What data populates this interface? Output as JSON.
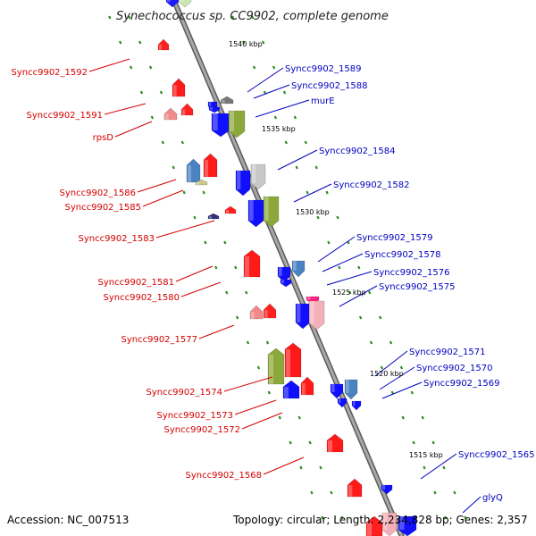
{
  "title": "Synechococcus sp. CC9902, complete genome",
  "footer": {
    "accession": "Accession: NC_007513",
    "summary": "Topology: circular; Length: 2,234,828 bp; Genes: 2,357"
  },
  "colors": {
    "left_label": "#d40000",
    "right_label": "#0000c0",
    "backbone": "#8c8c8c",
    "tick": "#2e8b1e"
  },
  "kbp_labels": [
    "1540 kbp",
    "1535 kbp",
    "1530 kbp",
    "1525 kbp",
    "1520 kbp",
    "1515 kbp"
  ],
  "left_labels": [
    "Syncc9902_1592",
    "Syncc9902_1591",
    "rpsD",
    "Syncc9902_1586",
    "Syncc9902_1585",
    "Syncc9902_1583",
    "Syncc9902_1581",
    "Syncc9902_1580",
    "Syncc9902_1577",
    "Syncc9902_1574",
    "Syncc9902_1573",
    "Syncc9902_1572",
    "Syncc9902_1568"
  ],
  "right_labels": [
    "Syncc9902_1589",
    "Syncc9902_1588",
    "murE",
    "Syncc9902_1584",
    "Syncc9902_1582",
    "Syncc9902_1579",
    "Syncc9902_1578",
    "Syncc9902_1576",
    "Syncc9902_1575",
    "Syncc9902_1571",
    "Syncc9902_1570",
    "Syncc9902_1569",
    "Syncc9902_1565",
    "glyQ"
  ]
}
